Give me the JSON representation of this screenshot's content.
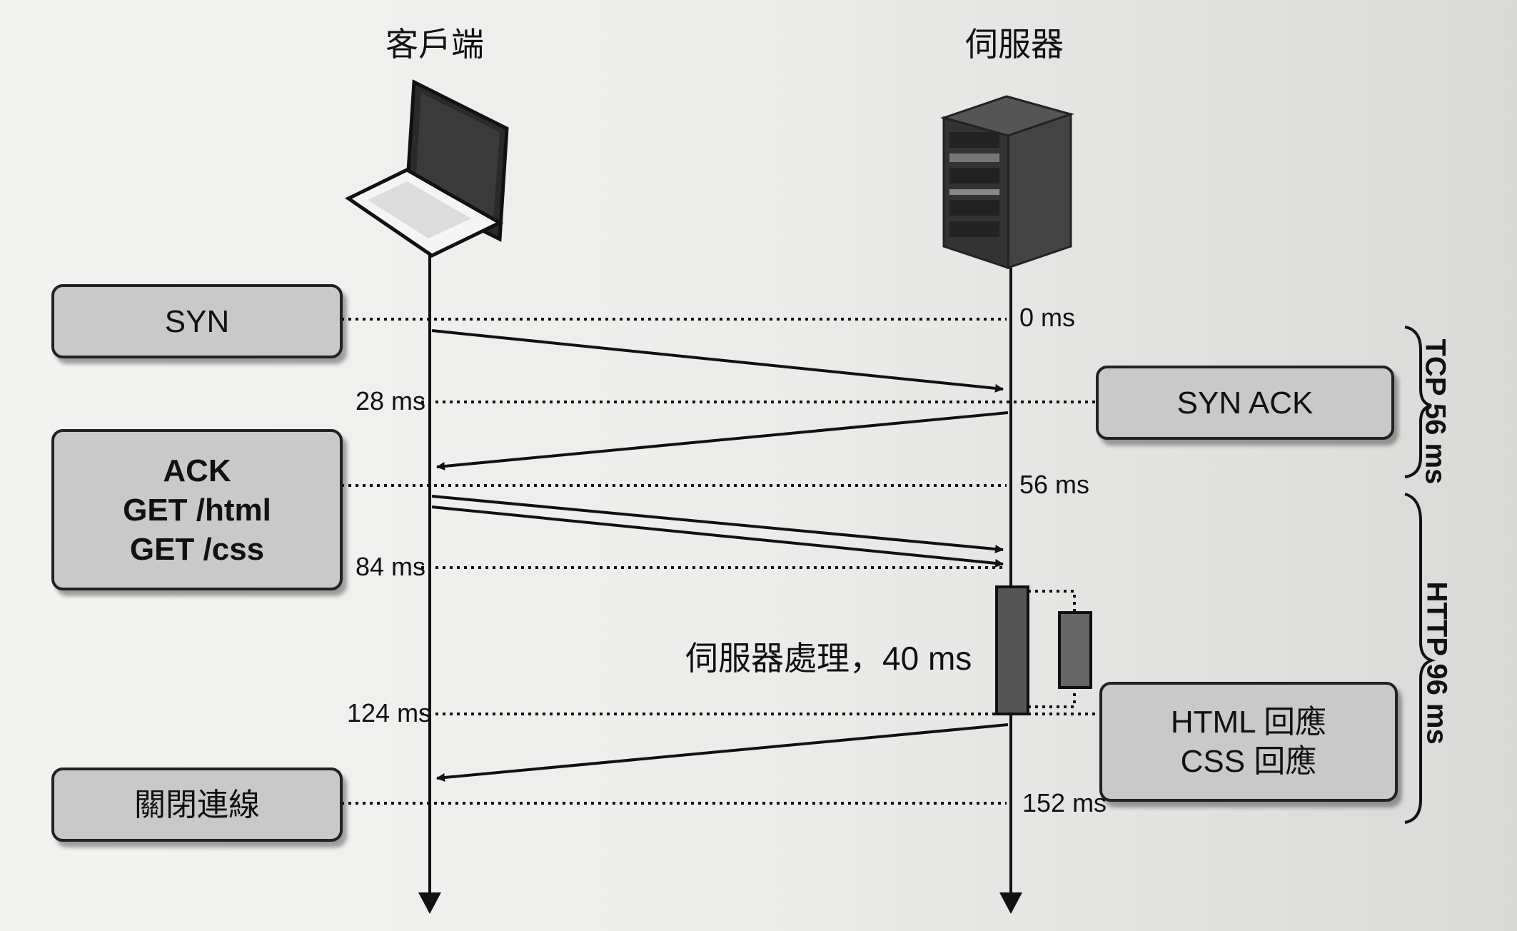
{
  "participants": {
    "client": "客戶端",
    "server": "伺服器"
  },
  "steps": {
    "syn": "SYN",
    "syn_ack": "SYN ACK",
    "ack_lines": [
      "ACK",
      "GET /html",
      "GET /css"
    ],
    "response_lines": [
      "HTML 回應",
      "CSS 回應"
    ],
    "close": "關閉連線"
  },
  "times": {
    "t0": "0 ms",
    "t28": "28 ms",
    "t56": "56 ms",
    "t84": "84 ms",
    "t124": "124 ms",
    "t152": "152 ms"
  },
  "processing": "伺服器處理，40 ms",
  "phases": {
    "tcp": "TCP 56 ms",
    "http": "HTTP 96 ms"
  }
}
